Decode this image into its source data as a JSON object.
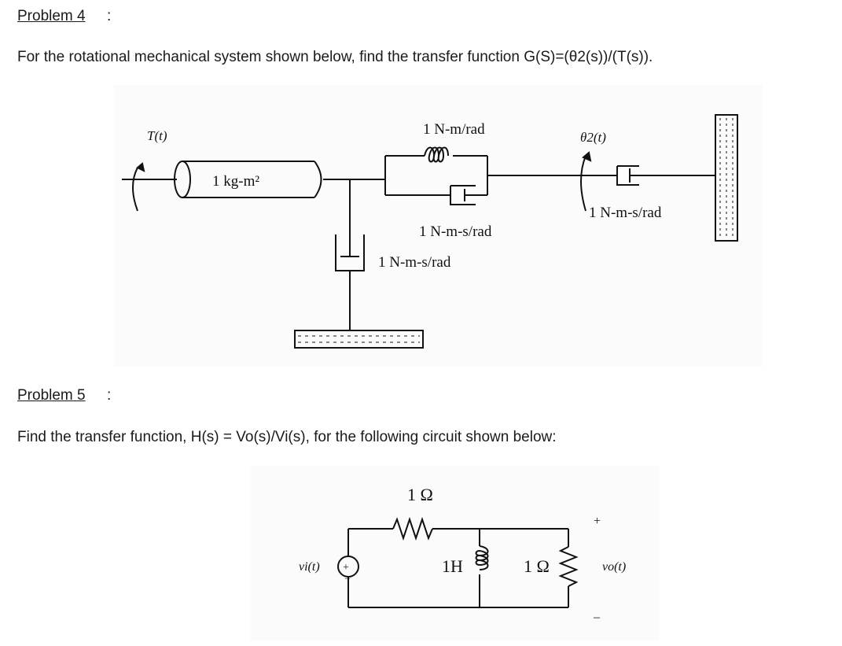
{
  "problem4": {
    "heading": "Problem 4",
    "heading_colon": ":",
    "statement": "For the rotational mechanical system shown below, find the transfer function G(S)=(θ2(s))/(T(s)).",
    "figure": {
      "torque_label": "T(t)",
      "inertia_label": "1 kg-m²",
      "spring_label": "1 N-m/rad",
      "damper_upper_label": "1 N-m-s/rad",
      "damper_lower_label": "1 N-m-s/rad",
      "theta_label": "θ2(t)",
      "damper_right_label": "1 N-m-s/rad"
    }
  },
  "problem5": {
    "heading": "Problem 5",
    "heading_colon": ":",
    "statement": "Find the transfer function, H(s) = Vo(s)/Vi(s), for the following circuit shown below:",
    "circuit": {
      "resistor_top_label": "1 Ω",
      "inductor_label": "1H",
      "resistor_right_label": "1 Ω",
      "source_label": "vi(t)",
      "output_label": "vo(t)",
      "plus_sign": "+",
      "minus_sign": "–"
    }
  }
}
